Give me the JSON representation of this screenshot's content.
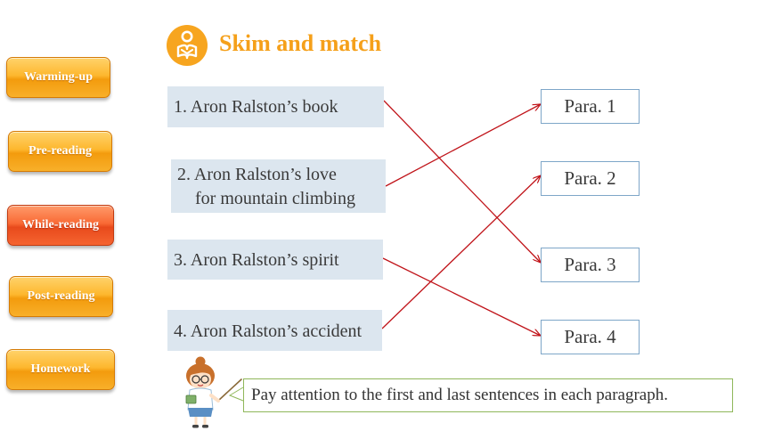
{
  "nav": {
    "warming_up": "Warming-up",
    "pre_reading": "Pre-reading",
    "while_reading": "While-reading",
    "post_reading": "Post-reading",
    "homework": "Homework",
    "active": "While-reading"
  },
  "header": {
    "title": "Skim and match",
    "icon": "reading-person-icon"
  },
  "phrases": [
    {
      "line1": "1. Aron Ralston’s book",
      "line2": ""
    },
    {
      "line1": "2. Aron Ralston’s love",
      "line2": "for mountain climbing"
    },
    {
      "line1": "3. Aron Ralston’s spirit",
      "line2": ""
    },
    {
      "line1": "4. Aron Ralston’s accident",
      "line2": ""
    }
  ],
  "paragraphs": [
    "Para. 1",
    "Para. 2",
    "Para. 3",
    "Para. 4"
  ],
  "matches": [
    {
      "phrase": 1,
      "para": 3
    },
    {
      "phrase": 2,
      "para": 1
    },
    {
      "phrase": 3,
      "para": 4
    },
    {
      "phrase": 4,
      "para": 2
    }
  ],
  "tip": {
    "text": "Pay attention to the first and last sentences in each paragraph.",
    "icon": "teacher-illustration"
  },
  "colors": {
    "nav_orange": "#f8ab24",
    "nav_active": "#ee5524",
    "title": "#f5a01a",
    "phrase_bg": "#dce6ef",
    "para_border": "#7ea6c8",
    "match_line": "#c0141a",
    "tip_border": "#8fb75a"
  }
}
